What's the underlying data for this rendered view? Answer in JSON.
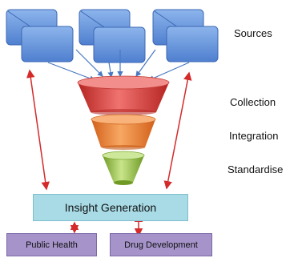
{
  "labels": {
    "sources": "Sources",
    "collection": "Collection",
    "integration": "Integration",
    "standardise": "Standardise"
  },
  "insight": "Insight Generation",
  "outcomes": {
    "public_health": "Public Health",
    "drug_development": "Drug Development"
  },
  "colors": {
    "source_window": "#5b8ad6",
    "funnel_top": "#d9403c",
    "funnel_middle": "#ec7c26",
    "funnel_bottom": "#8cbb3c",
    "insight_box": "#a8dbe6",
    "outcome_box": "#a593c9",
    "connector_arrow": "#d42a2a",
    "feed_arrow": "#4a78c2"
  }
}
